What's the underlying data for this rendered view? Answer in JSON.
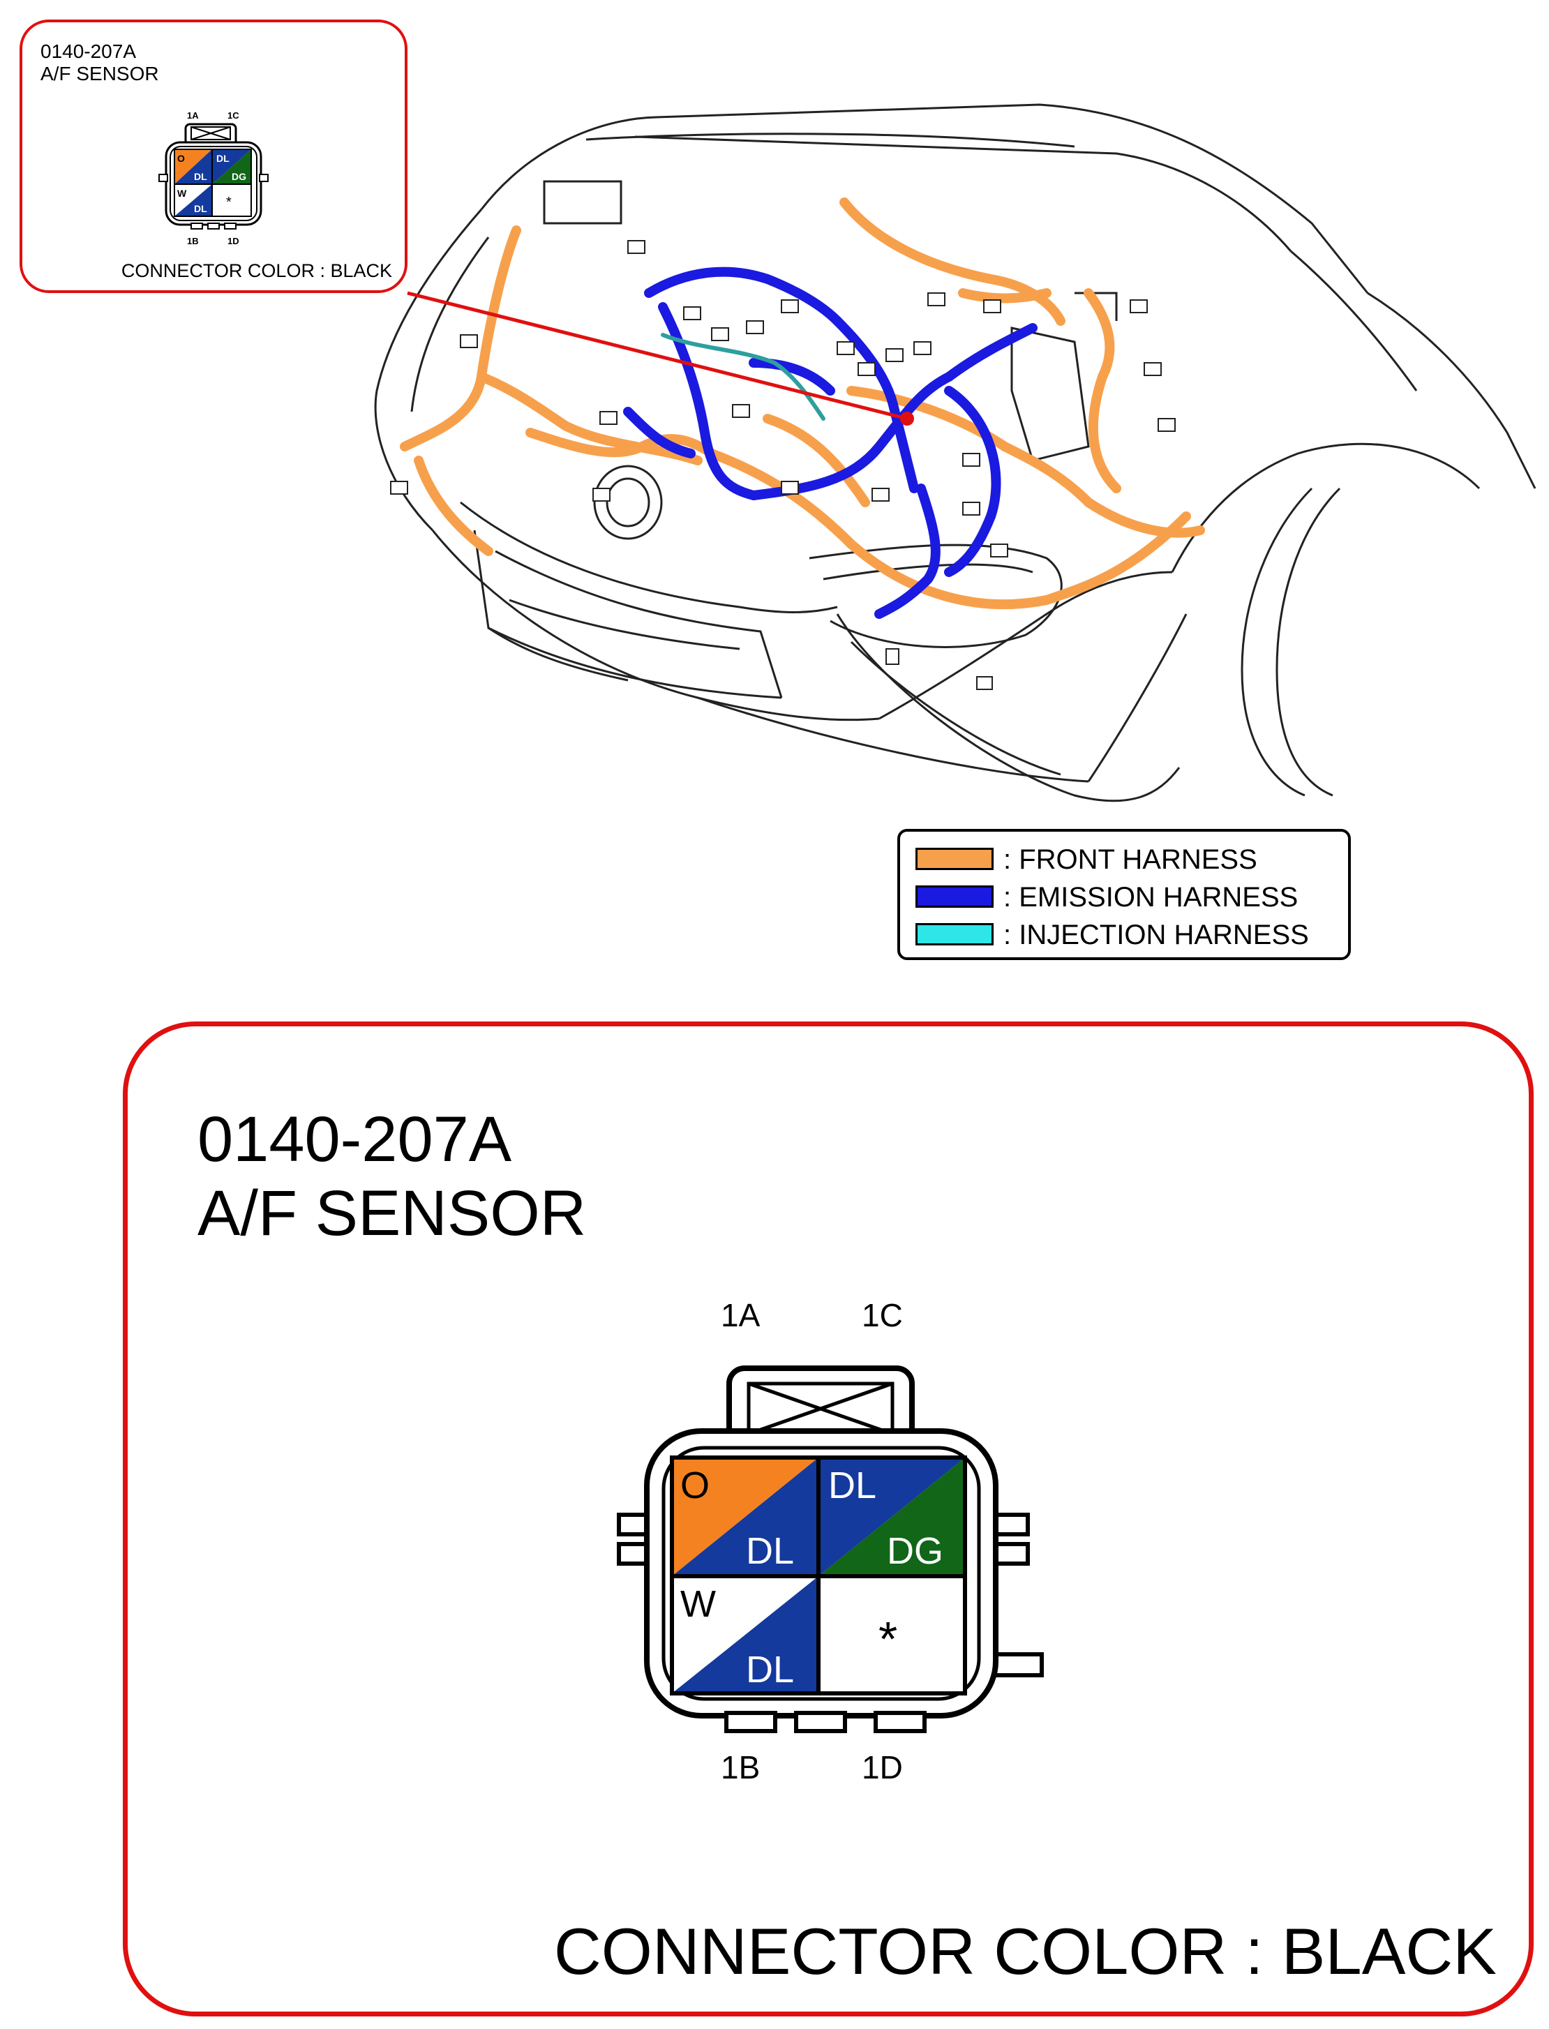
{
  "callout": {
    "connector_code": "0140-207A",
    "connector_name": "A/F SENSOR",
    "connector_color_text": "CONNECTOR COLOR : BLACK",
    "pin_labels": {
      "p1A": "1A",
      "p1C": "1C",
      "p1B": "1B",
      "p1D": "1D"
    },
    "wires": {
      "w1A": {
        "top": "O",
        "bottom": "DL"
      },
      "w1C": {
        "top": "DL",
        "bottom": "DG"
      },
      "w1B": {
        "top": "W",
        "bottom": "DL"
      },
      "w1D": {
        "symbol": "*"
      }
    }
  },
  "legend": {
    "items": [
      {
        "label": ": FRONT HARNESS",
        "color": "#f7a04c"
      },
      {
        "label": ": EMISSION HARNESS",
        "color": "#1a1ae0"
      },
      {
        "label": ": INJECTION HARNESS",
        "color": "#2ee6e6"
      }
    ]
  },
  "colors": {
    "callout_border": "#e01010",
    "wire_orange": "#f58220",
    "wire_dark_blue": "#133a9c",
    "wire_dark_green": "#116618",
    "wire_white": "#ffffff"
  }
}
